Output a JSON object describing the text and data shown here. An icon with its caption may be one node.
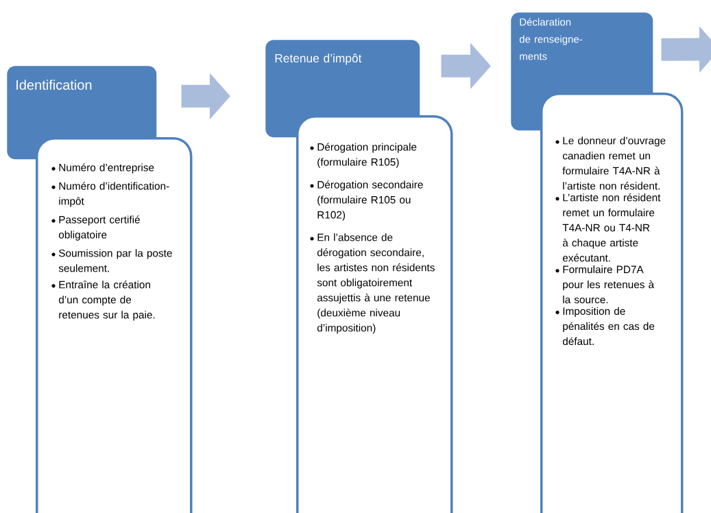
{
  "diagram": {
    "nodes": [
      {
        "text": [
          "Identification"
        ]
      },
      {
        "text": [
          "Numéro d’entreprise",
          "Numéro d’identification-impôt",
          "Passeport certifié obligatoire",
          "Soumission par la poste seulement.",
          "Entraîne la création d’un compte de retenues sur la paie."
        ]
      },
      {
        "text": [
          "Retenue d’impôt"
        ]
      },
      {
        "text": [
          "Dérogation principale (formulaire R105)",
          "Dérogation secondaire (formulaire R105 ou R102)",
          "En l’absence de dérogation secondaire, les artistes non résidents sont obligatoirement assujettis à une retenue (deuxième niveau d’imposition)"
        ]
      },
      {
        "text": [
          "Déclaration de renseigne- ments"
        ]
      },
      {
        "text": [
          "Le donneur d’ouvrage canadien remet un formulaire T4A-NR à l’artiste non résident.",
          "L’artiste non résident remet un formulaire T4A-NR ou T4-NR à chaque artiste exécutant.",
          "Formulaire PD7A pour les retenues à la source.",
          "Imposition de pénalités en cas de défaut."
        ]
      }
    ],
    "edges": [
      {
        "from": 0,
        "to": 2,
        "arrow": "to"
      },
      {
        "from": 2,
        "to": 4,
        "arrow": "to"
      },
      {
        "from": 4,
        "to": null,
        "arrow": "to"
      }
    ]
  }
}
